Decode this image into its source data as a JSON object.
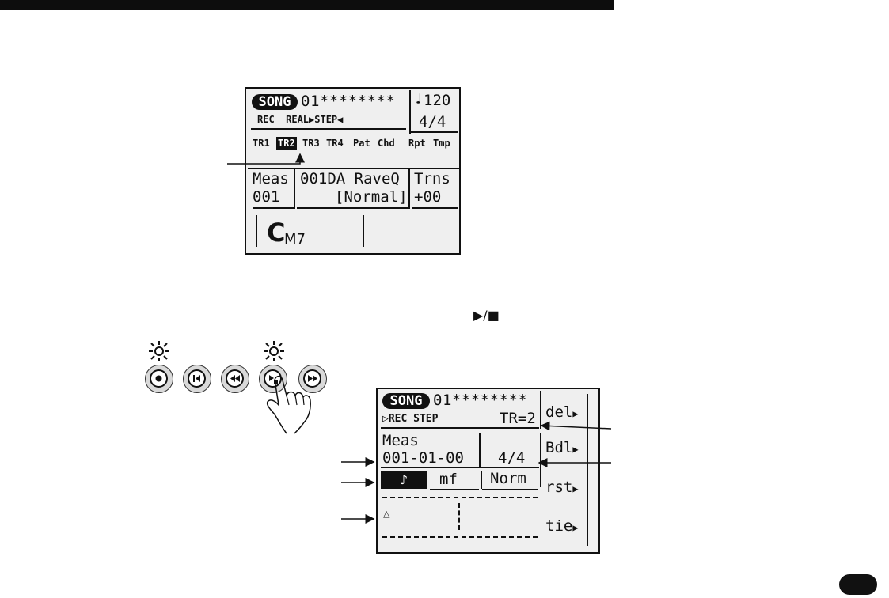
{
  "lcd1": {
    "mode_badge": "SONG",
    "song_name": "01********",
    "tempo_value": "120",
    "mode_line": "REC  REAL▶STEP◀",
    "time_signature": "4/4",
    "tracks": [
      "TR1",
      "TR2",
      "TR3",
      "TR4",
      "Pat",
      "Chd",
      "Rpt",
      "Tmp"
    ],
    "selected_track_index": 1,
    "meas_label": "Meas",
    "meas_value": "001",
    "style_name": "001DA RaveQ",
    "style_variation": "[Normal]",
    "trns_label": "Trns",
    "trns_value": "+00",
    "chord_root": "C",
    "chord_type": "M7"
  },
  "play_stop_label": "▶/■",
  "transport_buttons": [
    {
      "icon": "record-icon",
      "lit": true
    },
    {
      "icon": "skip-to-top-icon",
      "lit": false
    },
    {
      "icon": "rewind-icon",
      "lit": false
    },
    {
      "icon": "play-stop-icon",
      "lit": true
    },
    {
      "icon": "fast-forward-icon",
      "lit": false
    }
  ],
  "lcd2": {
    "mode_badge": "SONG",
    "song_name": "01********",
    "mode_line": "▷REC STEP",
    "track_indicator": "TR=2",
    "meas_label": "Meas",
    "position": "001-01-00",
    "time_signature": "4/4",
    "note_value_glyph": "♪",
    "velocity": "mf",
    "gate": "Norm",
    "soft_keys": [
      "del",
      "Bdl",
      "rst",
      "tie"
    ]
  },
  "page_badge_color": "#111111"
}
